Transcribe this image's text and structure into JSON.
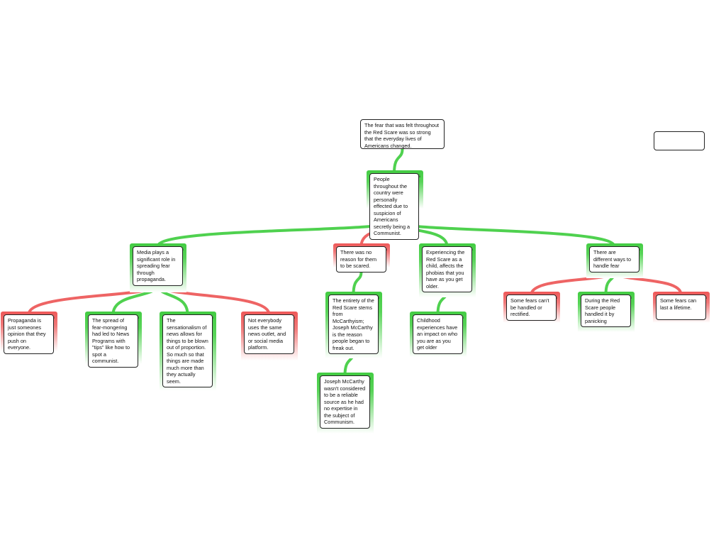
{
  "relation_labels": {
    "supports": "supports",
    "opposes": "opposes"
  },
  "colors": {
    "supports": "#4fd14f",
    "opposes": "#ee6464",
    "node_border": "#222222"
  },
  "root": {
    "text": "The fear that was felt throughout the Red Scare was so strong that the everyday lives of Americans changed."
  },
  "nodes": [
    {
      "id": "n1",
      "parent": "root",
      "relation": "supports",
      "text": "People throughout the country were personally effected due to suspicion of Americans secretly being a Communist."
    },
    {
      "id": "n2",
      "parent": "n1",
      "relation": "supports",
      "text": "Media plays a significant role in spreading fear through propaganda."
    },
    {
      "id": "n3",
      "parent": "n1",
      "relation": "opposes",
      "text": "There was no reason for them to be scared."
    },
    {
      "id": "n4",
      "parent": "n1",
      "relation": "supports",
      "text": "Experiencing the Red Scare as a child, affects the phobias that you have as you get older."
    },
    {
      "id": "n5",
      "parent": "n1",
      "relation": "supports",
      "text": "There are different ways to handle fear"
    },
    {
      "id": "n6",
      "parent": "n2",
      "relation": "opposes",
      "text": "Propaganda is just someones opinion that they push on everyone."
    },
    {
      "id": "n7",
      "parent": "n2",
      "relation": "supports",
      "text": "The spread of fear-mongering had led to News Programs with \"tips\" like how to spot a communist."
    },
    {
      "id": "n8",
      "parent": "n2",
      "relation": "supports",
      "text": "The sensationalism of news allows for things to be blown out of proportion. So much so that things are made much more than they actually seem."
    },
    {
      "id": "n9",
      "parent": "n2",
      "relation": "opposes",
      "text": "Not everybody uses the same news outlet, and or social media platform."
    },
    {
      "id": "n10",
      "parent": "n3",
      "relation": "supports",
      "text": "The entirety of the Red Scare stems from McCarthyism; Joseph McCarthy is the reason people began to freak out."
    },
    {
      "id": "n11",
      "parent": "n10",
      "relation": "supports",
      "text": "Joseph McCarthy wasn't considered to be a reliable source as he had no expertise in the subject of Communism."
    },
    {
      "id": "n12",
      "parent": "n4",
      "relation": "supports",
      "text": "Childhood experiences have an impact on who you are as you get older"
    },
    {
      "id": "n13",
      "parent": "n5",
      "relation": "opposes",
      "text": "Some fears can't be handled or rectified."
    },
    {
      "id": "n14",
      "parent": "n5",
      "relation": "supports",
      "text": "During the Red Scare people handled it by panicking"
    },
    {
      "id": "n15",
      "parent": "n5",
      "relation": "opposes",
      "text": "Some fears can last a lifetime."
    }
  ]
}
